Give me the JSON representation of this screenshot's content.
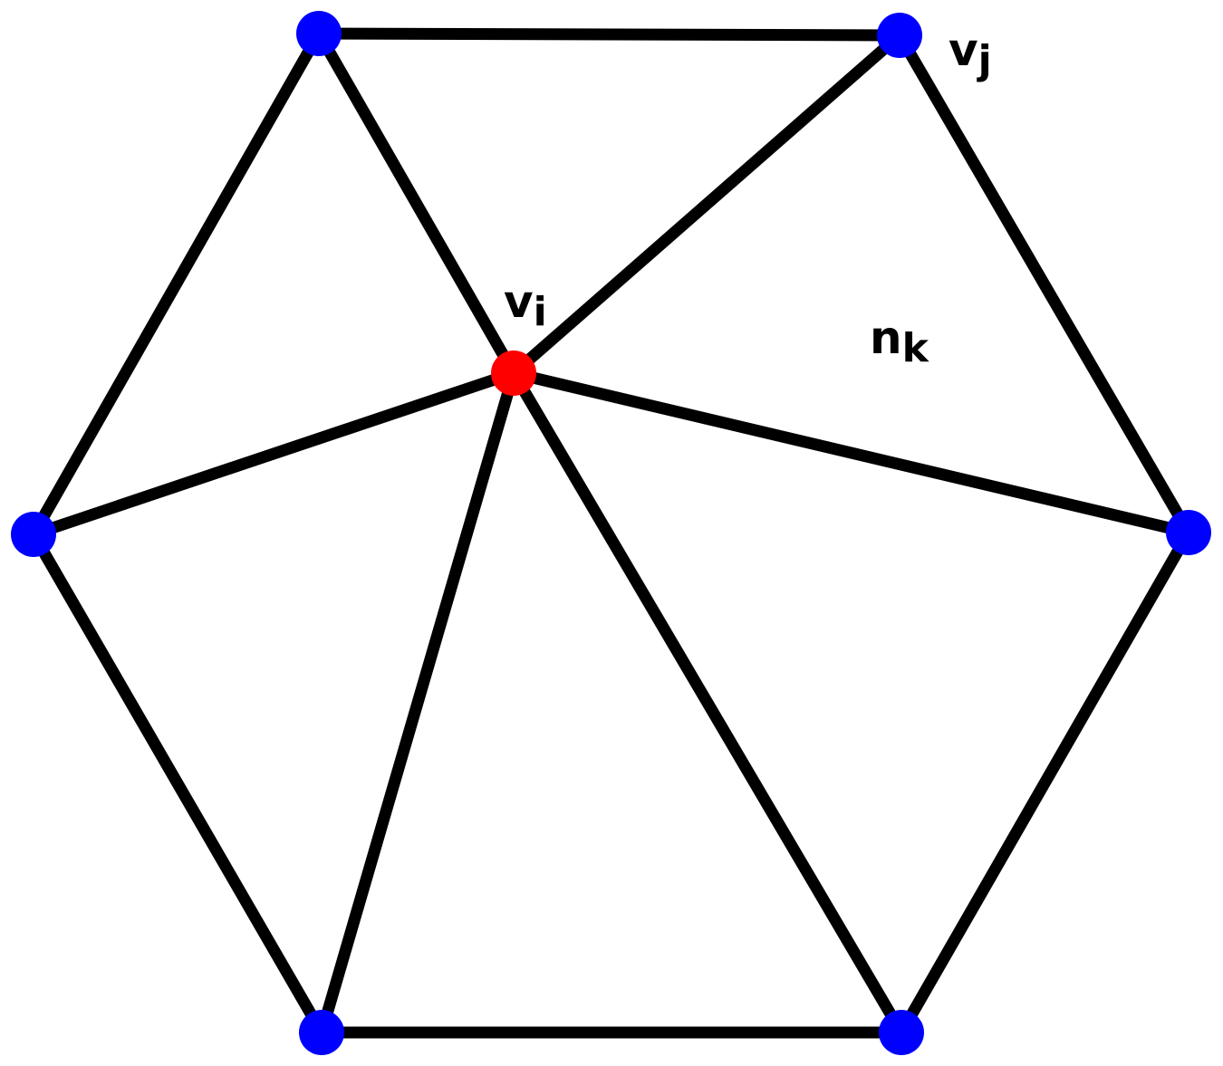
{
  "colors": {
    "edge": "#000000",
    "outer_vertex": "#0000ff",
    "center_vertex": "#ff0000",
    "label": "#000000"
  },
  "labels": {
    "vi": {
      "base": "v",
      "sub": "i"
    },
    "vj": {
      "base": "v",
      "sub": "j"
    },
    "nk": {
      "base": "n",
      "sub": "k"
    }
  }
}
